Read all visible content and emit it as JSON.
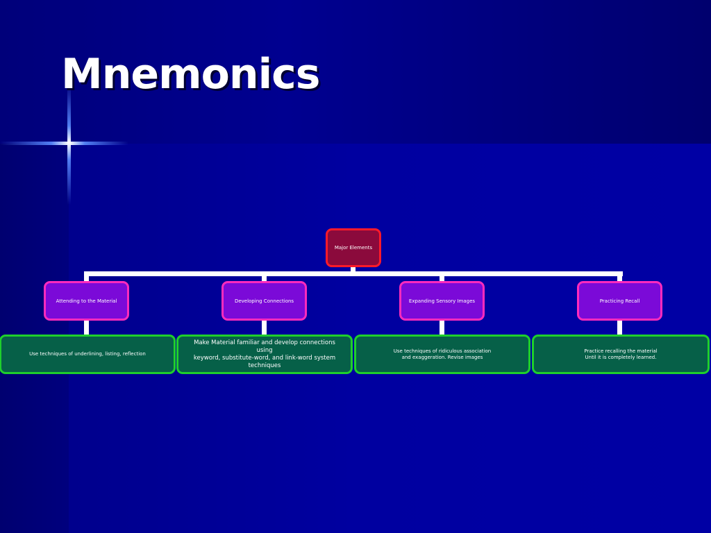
{
  "slide": {
    "title": "Mnemonics"
  },
  "diagram": {
    "root": {
      "label": "Major Elements"
    },
    "categories": [
      {
        "label": "Attending to the Material"
      },
      {
        "label": "Developing Connections"
      },
      {
        "label": "Expanding Sensory Images"
      },
      {
        "label": "Practicing Recall"
      }
    ],
    "details": [
      {
        "text": "Use techniques of underlining, listing, reflection"
      },
      {
        "text": "Make Material familiar and develop connections using\nkeyword, substitute-word, and link-word system techniques"
      },
      {
        "text": "Use techniques of ridiculous association\nand exaggeration. Revise images"
      },
      {
        "text": "Practice recalling the material\nUntil it is completely learned."
      }
    ]
  },
  "colors": {
    "background": "#00008a",
    "root_fill": "#8b0a3c",
    "root_border": "#ff1a2a",
    "category_fill": "#7b0ad8",
    "category_border": "#ff2bbd",
    "detail_fill": "#066048",
    "detail_border": "#1fcf2c",
    "connector": "#ffffff"
  }
}
